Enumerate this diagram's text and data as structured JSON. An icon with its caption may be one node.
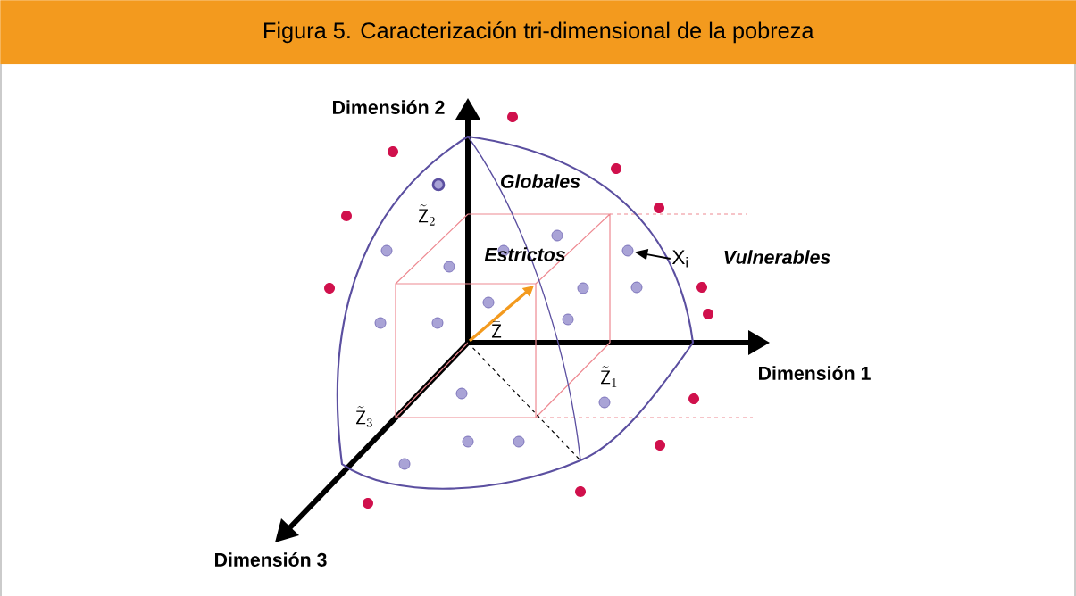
{
  "diagram": {
    "title": "Figura 5. Caracterización tri-dimensional de la pobreza",
    "nodes": [
      {
        "text": [
          "X$_{i}$"
        ]
      },
      {
        "text": [],
        "shape": "circle"
      }
    ],
    "edges": [
      {
        "from": 0,
        "to": 1,
        "arrow": "to"
      }
    ],
    "labels": [
      "Dimensión 2",
      "Globales",
      "\\tilde{\\mathsf{Z}}_{2}",
      "Estrictos",
      "Vulnerables",
      "\\bar{\\bar{\\mathsf{Z}}}",
      "Dimensión 1",
      "\\tilde{\\mathsf{Z}}_{1}",
      "\\tilde{\\mathsf{Z}}_{3}",
      "Dimensión 3"
    ]
  }
}
